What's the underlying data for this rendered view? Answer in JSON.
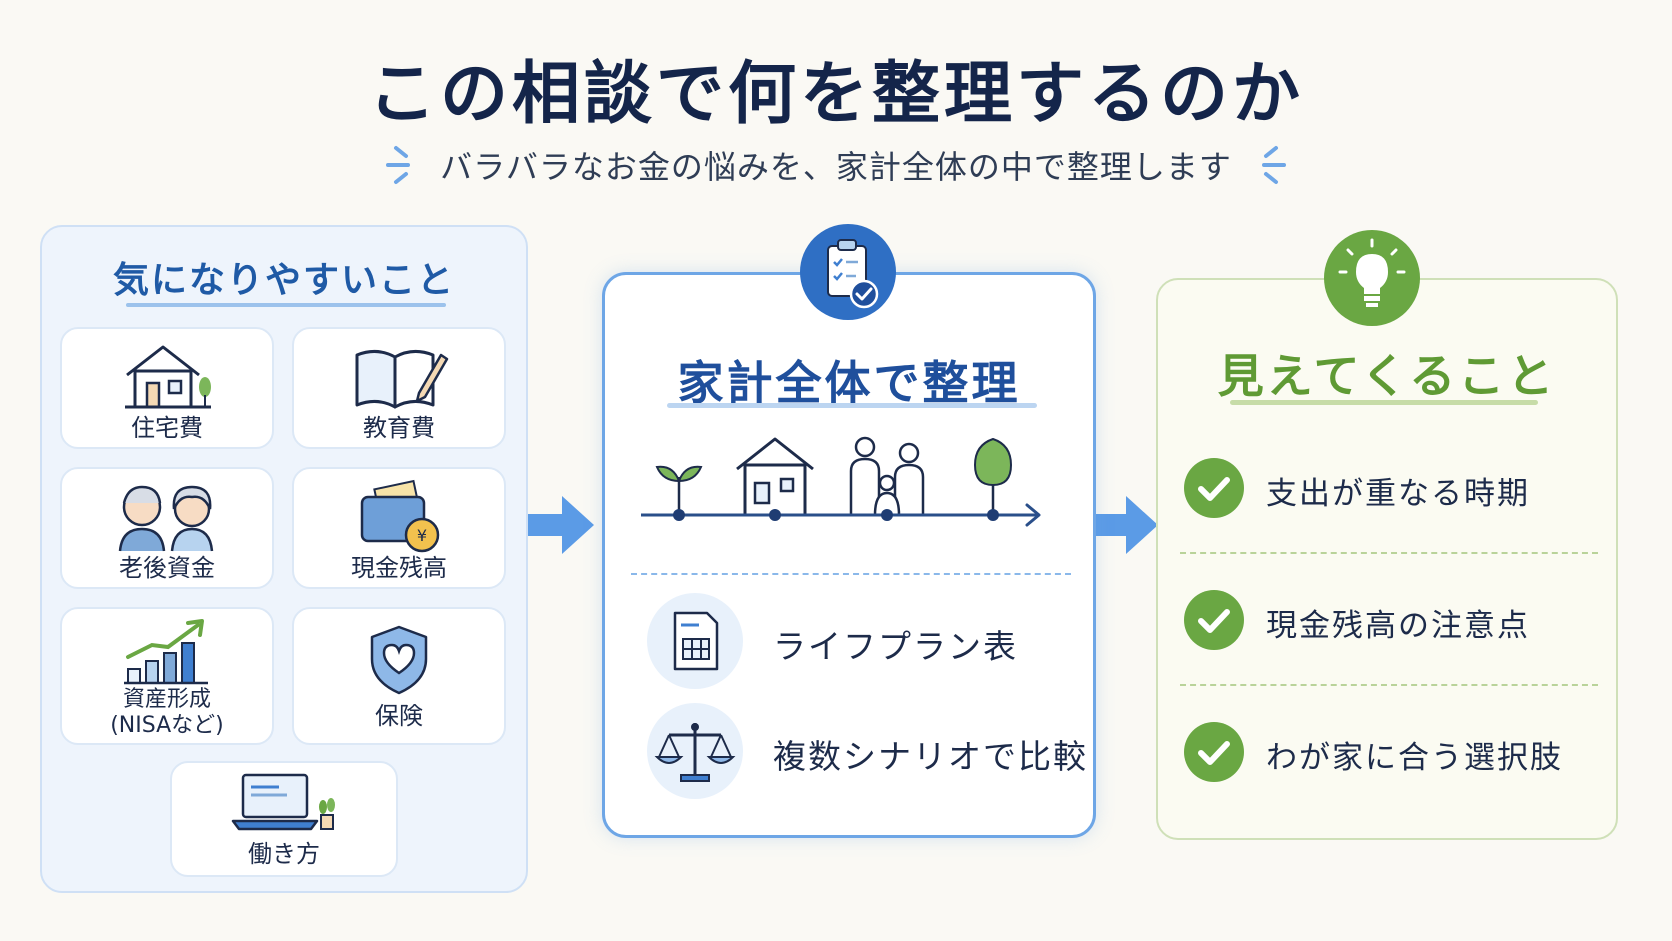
{
  "title": "この相談で何を整理するのか",
  "subtitle": "バラバラなお金の悩みを、家計全体の中で整理します",
  "left": {
    "heading": "気になりやすいこと",
    "items": [
      {
        "label": "住宅費",
        "icon": "house-icon"
      },
      {
        "label": "教育費",
        "icon": "book-pencil-icon"
      },
      {
        "label": "老後資金",
        "icon": "elderly-couple-icon"
      },
      {
        "label": "現金残高",
        "icon": "wallet-icon"
      },
      {
        "label_line1": "資産形成",
        "label_line2": "(NISAなど)",
        "icon": "growth-chart-icon"
      },
      {
        "label": "保険",
        "icon": "heart-shield-icon"
      },
      {
        "label": "働き方",
        "icon": "laptop-icon"
      }
    ]
  },
  "center": {
    "heading": "家計全体で整理",
    "badge_icon": "clipboard-check-icon",
    "timeline_icons": [
      "sprout-icon",
      "house-icon",
      "family-icon",
      "tree-icon"
    ],
    "items": [
      {
        "label": "ライフプラン表",
        "icon": "document-table-icon"
      },
      {
        "label": "複数シナリオで比較",
        "icon": "scales-icon"
      }
    ]
  },
  "right": {
    "heading": "見えてくること",
    "badge_icon": "lightbulb-icon",
    "items": [
      {
        "label": "支出が重なる時期"
      },
      {
        "label": "現金残高の注意点"
      },
      {
        "label": "わが家に合う選択肢"
      }
    ]
  },
  "colors": {
    "title": "#14254a",
    "blue_accent": "#1f4f9c",
    "green_accent": "#5f9a34",
    "arrow": "#5b9be6"
  }
}
